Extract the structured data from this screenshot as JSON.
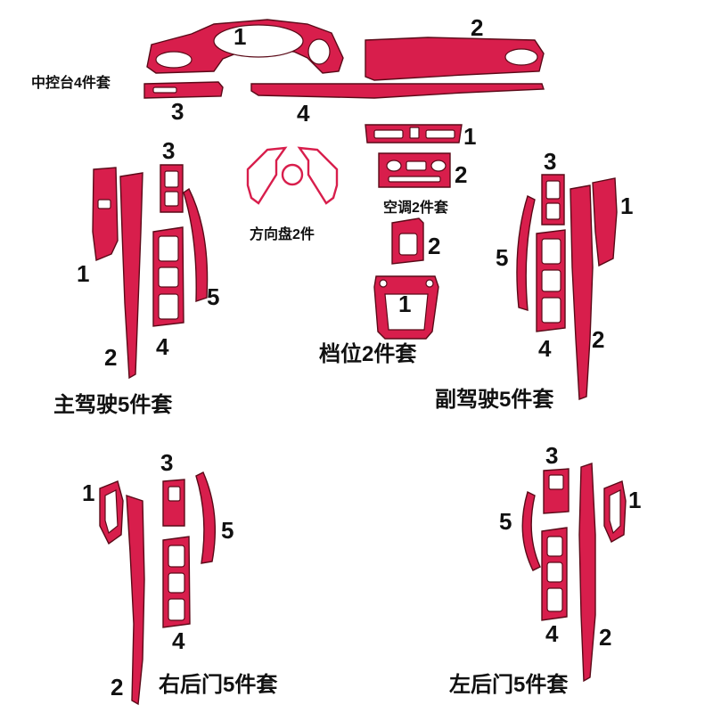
{
  "colors": {
    "part": "#d81e4c",
    "edge": "#5a0a18",
    "background": "#ffffff"
  },
  "groups": {
    "dashboard": {
      "title": "中控台4件套",
      "labels": [
        "1",
        "2",
        "3",
        "4"
      ]
    },
    "steering_wheel": {
      "title": "方向盘2件"
    },
    "air_conditioning": {
      "title": "空调2件套",
      "labels": [
        "1",
        "2"
      ]
    },
    "gear": {
      "title": "档位2件套",
      "labels": [
        "2",
        "1"
      ]
    },
    "driver": {
      "title": "主驾驶5件套",
      "labels": [
        "3",
        "1",
        "5",
        "4",
        "2"
      ]
    },
    "passenger": {
      "title": "副驾驶5件套",
      "labels": [
        "3",
        "1",
        "5",
        "4",
        "2"
      ]
    },
    "rear_right_door": {
      "title": "右后门5件套",
      "labels": [
        "3",
        "1",
        "5",
        "4",
        "2"
      ]
    },
    "rear_left_door": {
      "title": "左后门5件套",
      "labels": [
        "3",
        "5",
        "1",
        "4",
        "2"
      ]
    }
  }
}
